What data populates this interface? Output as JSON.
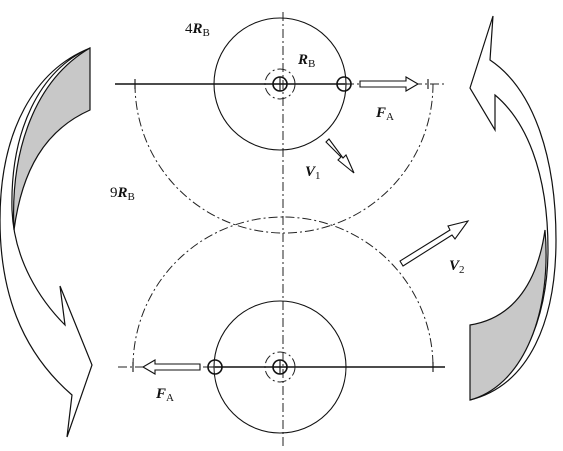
{
  "labels": {
    "top_radius_coef": "4",
    "top_radius_sym": "R",
    "top_radius_sub": "B",
    "rb_sym": "R",
    "rb_sub": "B",
    "fa_top_sym": "F",
    "fa_top_sub": "A",
    "v1_sym": "V",
    "v1_sub": "1",
    "outer_radius_coef": "9",
    "outer_radius_sym": "R",
    "outer_radius_sub": "B",
    "v2_sym": "V",
    "v2_sub": "2",
    "fa_bottom_sym": "F",
    "fa_bottom_sub": "A"
  }
}
